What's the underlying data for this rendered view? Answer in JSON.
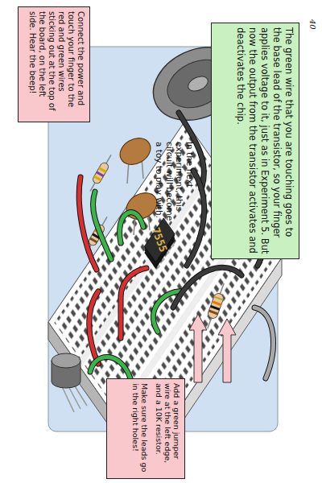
{
  "diagram": {
    "nodes": [
      {
        "text": [
          "The green wire that you are touching goes to the base lead of the transistor, so your finger applies voltage to it, just as in Experiment 5. But now the output from the transistor activates and deactivates the chip."
        ]
      },
      {
        "text": [
          "Connect the power and touch your finger to the red and green wires sticking out at the top of the board, on the left side. Hear the beep!"
        ]
      },
      {
        "text": [
          "Add a green jumper wire at the left edge, and a 10K resistor.",
          "Make sure the leads go in the right holes!"
        ]
      }
    ],
    "labels": [
      "40",
      "In the next experiment, this circuit will become a toy to play with.",
      "7555"
    ]
  }
}
